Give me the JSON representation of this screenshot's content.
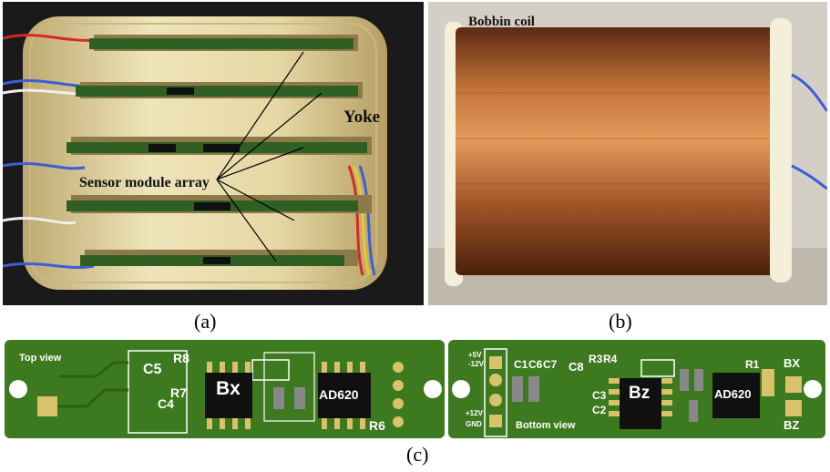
{
  "panel_a": {
    "label_yoke": "Yoke",
    "label_sensor": "Sensor module array",
    "caption": "(a)"
  },
  "panel_b": {
    "label_bobbin": "Bobbin coil",
    "caption": "(b)"
  },
  "panel_c": {
    "caption": "(c)",
    "top": {
      "view": "Top view",
      "chip_left": "Bx",
      "chip_right": "AD620",
      "silk": [
        "C5",
        "R8",
        "R7",
        "C4",
        "R6"
      ]
    },
    "bottom": {
      "view": "Bottom view",
      "chip_left": "Bz",
      "chip_right": "AD620",
      "silk": [
        "+5V",
        "-12V",
        "+12V",
        "GND",
        "C1",
        "C6",
        "C7",
        "C8",
        "R3",
        "R4",
        "C3",
        "C2",
        "R1",
        "BX",
        "BZ"
      ]
    }
  },
  "colors": {
    "pcb_green": "#3d7a1f",
    "copper": "#a85a2a",
    "yoke": "#e8dcae"
  }
}
